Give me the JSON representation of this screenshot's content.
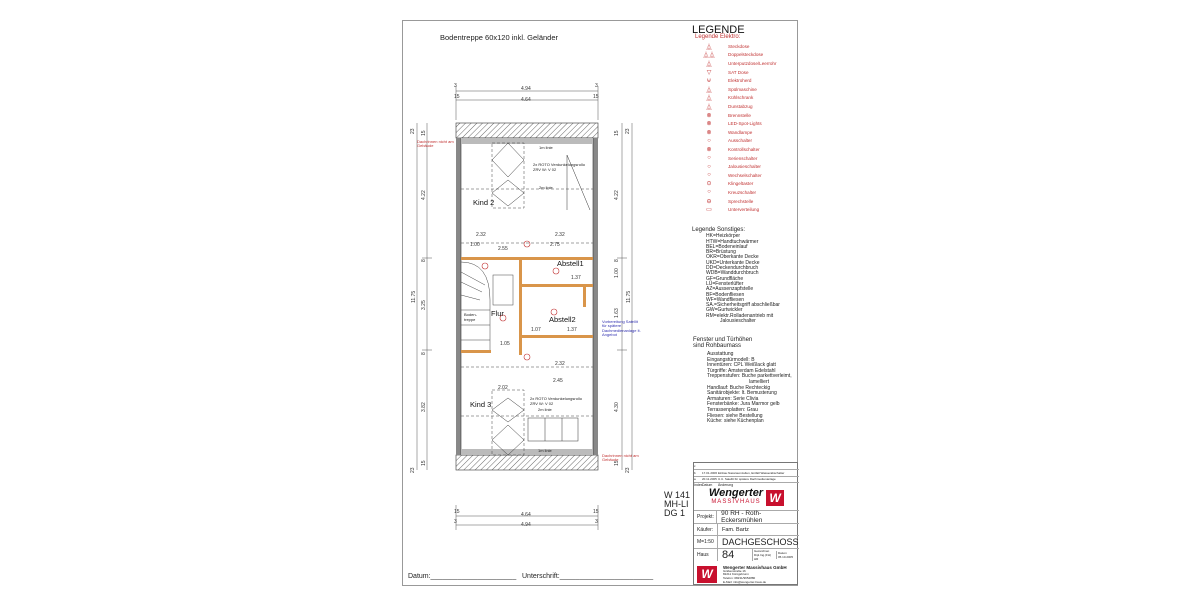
{
  "sheet": {
    "header_note": "Bodentreppe 60x120 inkl. Geländer",
    "plan_code": [
      "W 141",
      "MH-LI",
      "DG 1"
    ],
    "date_label": "Datum:______________________",
    "signature_label": "Unterschrift:________________________"
  },
  "plan": {
    "rooms": [
      "Kind 2",
      "Abstell1",
      "Flur",
      "Abstell2",
      "Kind 3"
    ],
    "dims_top": [
      "3",
      "4.94",
      "3",
      "15",
      "4.64",
      "15"
    ],
    "dims_bottom": [
      "15",
      "4.64",
      "15",
      "3",
      "4.94",
      "3"
    ],
    "dims_left": [
      "23",
      "15",
      "4.22",
      "8",
      "3.25",
      "11.75",
      "8",
      "3.82",
      "15",
      "23"
    ],
    "dims_right": [
      "23",
      "15",
      "4.22",
      "8",
      "1.00",
      "1.63",
      "11.75",
      "4.30",
      "15",
      "23"
    ],
    "inner_dims": [
      "2.32",
      "2.32",
      "1.00",
      "2.55",
      "2.75",
      "1.37",
      "1.07",
      "1.37",
      "2.32",
      "2.45",
      "1.05",
      "2.02"
    ],
    "notes": {
      "knee_wall_1": "1m linie",
      "knee_wall_2": "2m linie",
      "window_top": "2x ROTO Verdunkelungsrollo ZRV W: V 02",
      "window_bottom": "2x ROTO Verdunkelungsrollo ZRV W: V 02",
      "stair": "Boden-treppe",
      "side_note": "Vorbereitung Satellit für spätere Dachmedienanlage lt. Angebot",
      "red_note_top": "Dachrinnen nicht am Gebäude",
      "red_note_bottom": "Dachrinnen nicht am Gebäude"
    }
  },
  "legend": {
    "title": "LEGENDE",
    "elektro_title": "Legende Elektro:",
    "elektro": [
      {
        "icon": "socket-icon",
        "glyph": "⏅",
        "label": "Steckdose"
      },
      {
        "icon": "double-socket-icon",
        "glyph": "⏅⏅",
        "label": "Doppelsteckdose"
      },
      {
        "icon": "flush-socket-icon",
        "glyph": "⏅",
        "label": "Unterputzdose/Leerrohr"
      },
      {
        "icon": "sat-socket-icon",
        "glyph": "▽",
        "label": "SAT Dose"
      },
      {
        "icon": "stove-icon",
        "glyph": "⊎",
        "label": "Elektroherd"
      },
      {
        "icon": "dishwasher-icon",
        "glyph": "⏅",
        "label": "Spülmaschine"
      },
      {
        "icon": "fridge-icon",
        "glyph": "⏅",
        "label": "Kühlschrank"
      },
      {
        "icon": "hood-icon",
        "glyph": "⏅",
        "label": "Dunstabzug"
      },
      {
        "icon": "light-outlet-icon",
        "glyph": "⊗",
        "label": "Brennstelle"
      },
      {
        "icon": "led-spot-icon",
        "glyph": "⊗",
        "label": "LED-Spot-Lights"
      },
      {
        "icon": "wall-lamp-icon",
        "glyph": "⊗",
        "label": "Wandlampe"
      },
      {
        "icon": "switch-off-icon",
        "glyph": "○",
        "label": "Ausschalter"
      },
      {
        "icon": "control-switch-icon",
        "glyph": "⊗",
        "label": "Kontrollschalter"
      },
      {
        "icon": "series-switch-icon",
        "glyph": "○",
        "label": "Serienschalter"
      },
      {
        "icon": "blind-switch-icon",
        "glyph": "○",
        "label": "Jalousieschalter"
      },
      {
        "icon": "two-way-switch-icon",
        "glyph": "○",
        "label": "Wechselschalter"
      },
      {
        "icon": "bell-button-icon",
        "glyph": "⊙",
        "label": "Klingeltaster"
      },
      {
        "icon": "cross-switch-icon",
        "glyph": "○",
        "label": "Kreuzschalter"
      },
      {
        "icon": "intercom-icon",
        "glyph": "⊖",
        "label": "Sprechstelle"
      },
      {
        "icon": "distribution-board-icon",
        "glyph": "▭",
        "label": "Unterverteilung"
      }
    ],
    "sonstiges_title": "Legende Sonstiges:",
    "sonstiges": [
      "HK=Heizkörper",
      "HTW=Handtuchwärmer",
      "BEL=Bodeneinlauf",
      "BR=Brüstung",
      "OKR=Oberkante Decke",
      "UKD=Unterkante Decke",
      "DD=Deckendurchbruch",
      "WDB=Wanddurchbruch",
      "GF=Grundfläche",
      "LÜ=Fensterlüfter",
      "AZ=Aussenzapfstelle",
      "BF=Bodenfliesen",
      "WF=Wandfliesen",
      "SA.=Sicherheitsgriff abschließbar",
      "GW=Gurtwickler",
      "RM=elektr.Rolladenantrieb mit",
      "Jalousieschalter"
    ],
    "ausstattung_title_1": "Fenster und Türhöhen",
    "ausstattung_title_2": "sind Rohbaumass",
    "ausstattung": [
      "Ausstattung",
      "Eingangstürmodell: B",
      "Innentüren: CPL Weißlack glatt",
      "Türgriffe: Amsterdam Edelstahl",
      "Treppenstufen: Buche parkettverleimt,",
      "lamelliert",
      "Handlauf: Buche Rechteckig",
      "Sanitärobjekte: lt. Bemusterung",
      "Armaturen: Serie Clivia",
      "Fensterbänke: Jura Marmor gelb",
      "Terrassenplatten: Grau",
      "Fliesen: siehe Bestellung",
      "Küche: siehe Küchenplan"
    ]
  },
  "title_block": {
    "revisions": [
      {
        "index": "c",
        "date": "",
        "text": ""
      },
      {
        "index": "b",
        "date": "17.01.2006",
        "text": "Einbau Nassraumzellen, Entfall Wasserabschalter"
      },
      {
        "index": "a",
        "date": "20.11.2005",
        "text": "U.U. Satellit für spätere Dachmedienanlage"
      }
    ],
    "rev_header": [
      "Index",
      "Datum",
      "Änderung"
    ],
    "brand": "Wengerter",
    "brand_sub": "MASSIVHAUS",
    "brand_color": "#c8102e",
    "projekt_label": "Projekt:",
    "projekt": "90 RH - Roth-Eckersmühlen",
    "kaeufer_label": "Käufer:",
    "kaeufer": "Fam. Bartz",
    "scale": "M=1:50",
    "drawing_title": "DACHGESCHOSS",
    "haus_label": "Haus",
    "haus": "84",
    "gezeichnet_label": "Gezeichnet",
    "gezeichnet": "Dipl.Ing.(FH) HR",
    "datum_label": "Datum",
    "datum": "05.10.2005",
    "company": "Wengerter Massivhaus GmbH",
    "company_lines": [
      "Gräbenstraße 16",
      "82211 Königsbrunn",
      "Telefon: 08231/9654880",
      "E-Mail: info@wengerter-haus.de"
    ]
  }
}
